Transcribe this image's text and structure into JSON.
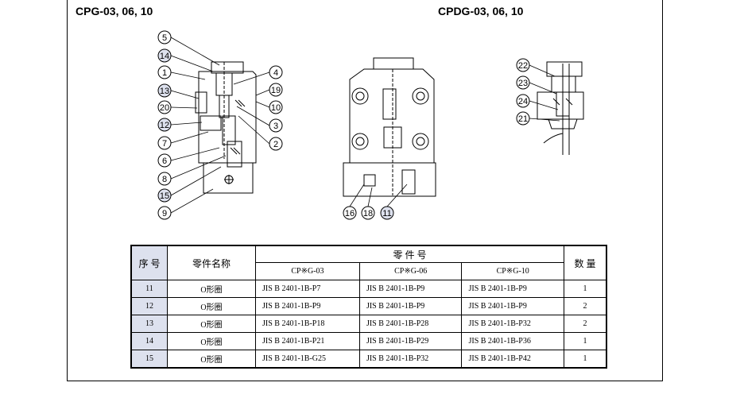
{
  "titles": {
    "left": "CPG-03, 06, 10",
    "right": "CPDG-03, 06, 10"
  },
  "callouts": {
    "left": [
      "5",
      "14",
      "1",
      "13",
      "20",
      "12",
      "7",
      "6",
      "8",
      "15",
      "9",
      "4",
      "19",
      "10",
      "3",
      "2"
    ],
    "middle": [
      "16",
      "18",
      "11"
    ],
    "right": [
      "22",
      "23",
      "24",
      "21"
    ]
  },
  "table": {
    "headers": {
      "seq": "序 号",
      "name": "零件名称",
      "partno": "零 件 号",
      "qty": "数 量",
      "models": [
        "CP※G-03",
        "CP※G-06",
        "CP※G-10"
      ]
    },
    "rows": [
      {
        "no": "11",
        "name": "O形圈",
        "p03": "JIS B 2401-1B-P7",
        "p06": "JIS B 2401-1B-P9",
        "p10": "JIS B 2401-1B-P9",
        "qty": "1"
      },
      {
        "no": "12",
        "name": "O形圈",
        "p03": "JIS B 2401-1B-P9",
        "p06": "JIS B 2401-1B-P9",
        "p10": "JIS B 2401-1B-P9",
        "qty": "2"
      },
      {
        "no": "13",
        "name": "O形圈",
        "p03": "JIS B 2401-1B-P18",
        "p06": "JIS B 2401-1B-P28",
        "p10": "JIS B 2401-1B-P32",
        "qty": "2"
      },
      {
        "no": "14",
        "name": "O形圈",
        "p03": "JIS B 2401-1B-P21",
        "p06": "JIS B 2401-1B-P29",
        "p10": "JIS B 2401-1B-P36",
        "qty": "1"
      },
      {
        "no": "15",
        "name": "O形圈",
        "p03": "JIS B 2401-1B-G25",
        "p06": "JIS B 2401-1B-P32",
        "p10": "JIS B 2401-1B-P42",
        "qty": "1"
      }
    ]
  },
  "colors": {
    "highlight_fill": "#dde1ee",
    "line": "#000000"
  }
}
